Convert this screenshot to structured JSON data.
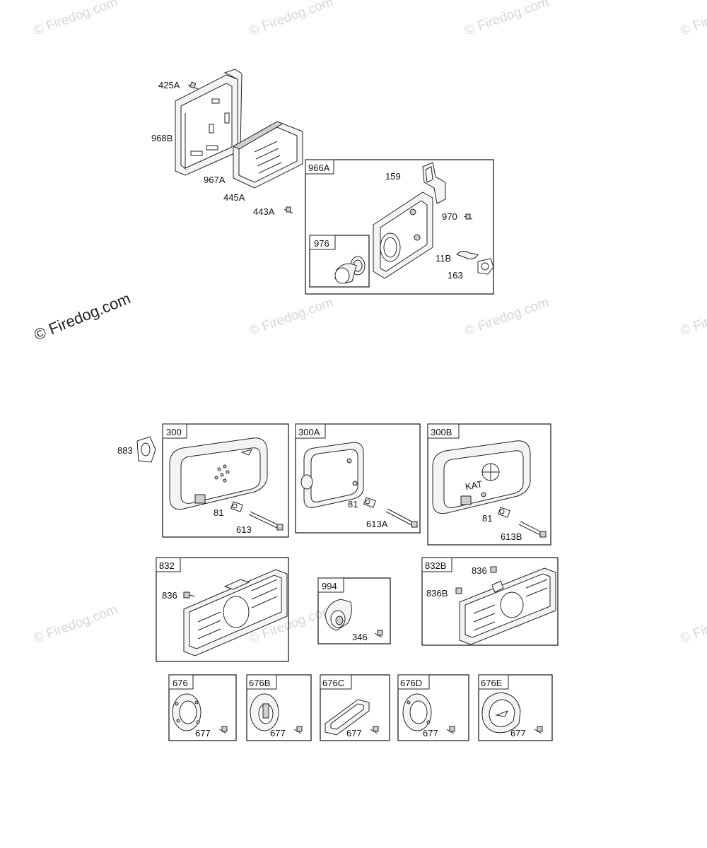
{
  "watermarks": {
    "faint": "© Firedog.com",
    "main": "© Firedog.com"
  },
  "labels": {
    "p425A": "425A",
    "p968B": "968B",
    "p967A": "967A",
    "p445A": "445A",
    "p443A": "443A",
    "p159": "159",
    "p970": "970",
    "p11B": "11B",
    "p163": "163",
    "p883": "883",
    "p81a": "81",
    "p613": "613",
    "p81b": "81",
    "p613A": "613A",
    "p81c": "81",
    "p613B": "613B",
    "p836a": "836",
    "p346": "346",
    "p836b": "836",
    "p836B": "836B",
    "p677a": "677",
    "p677b": "677",
    "p677c": "677",
    "p677d": "677",
    "p677e": "677"
  },
  "boxes": {
    "b966A": "966A",
    "b976": "976",
    "b300": "300",
    "b300A": "300A",
    "b300B": "300B",
    "b832": "832",
    "b994": "994",
    "b832B": "832B",
    "b676": "676",
    "b676B": "676B",
    "b676C": "676C",
    "b676D": "676D",
    "b676E": "676E"
  },
  "muffler_marks": {
    "kat": "KAT"
  }
}
